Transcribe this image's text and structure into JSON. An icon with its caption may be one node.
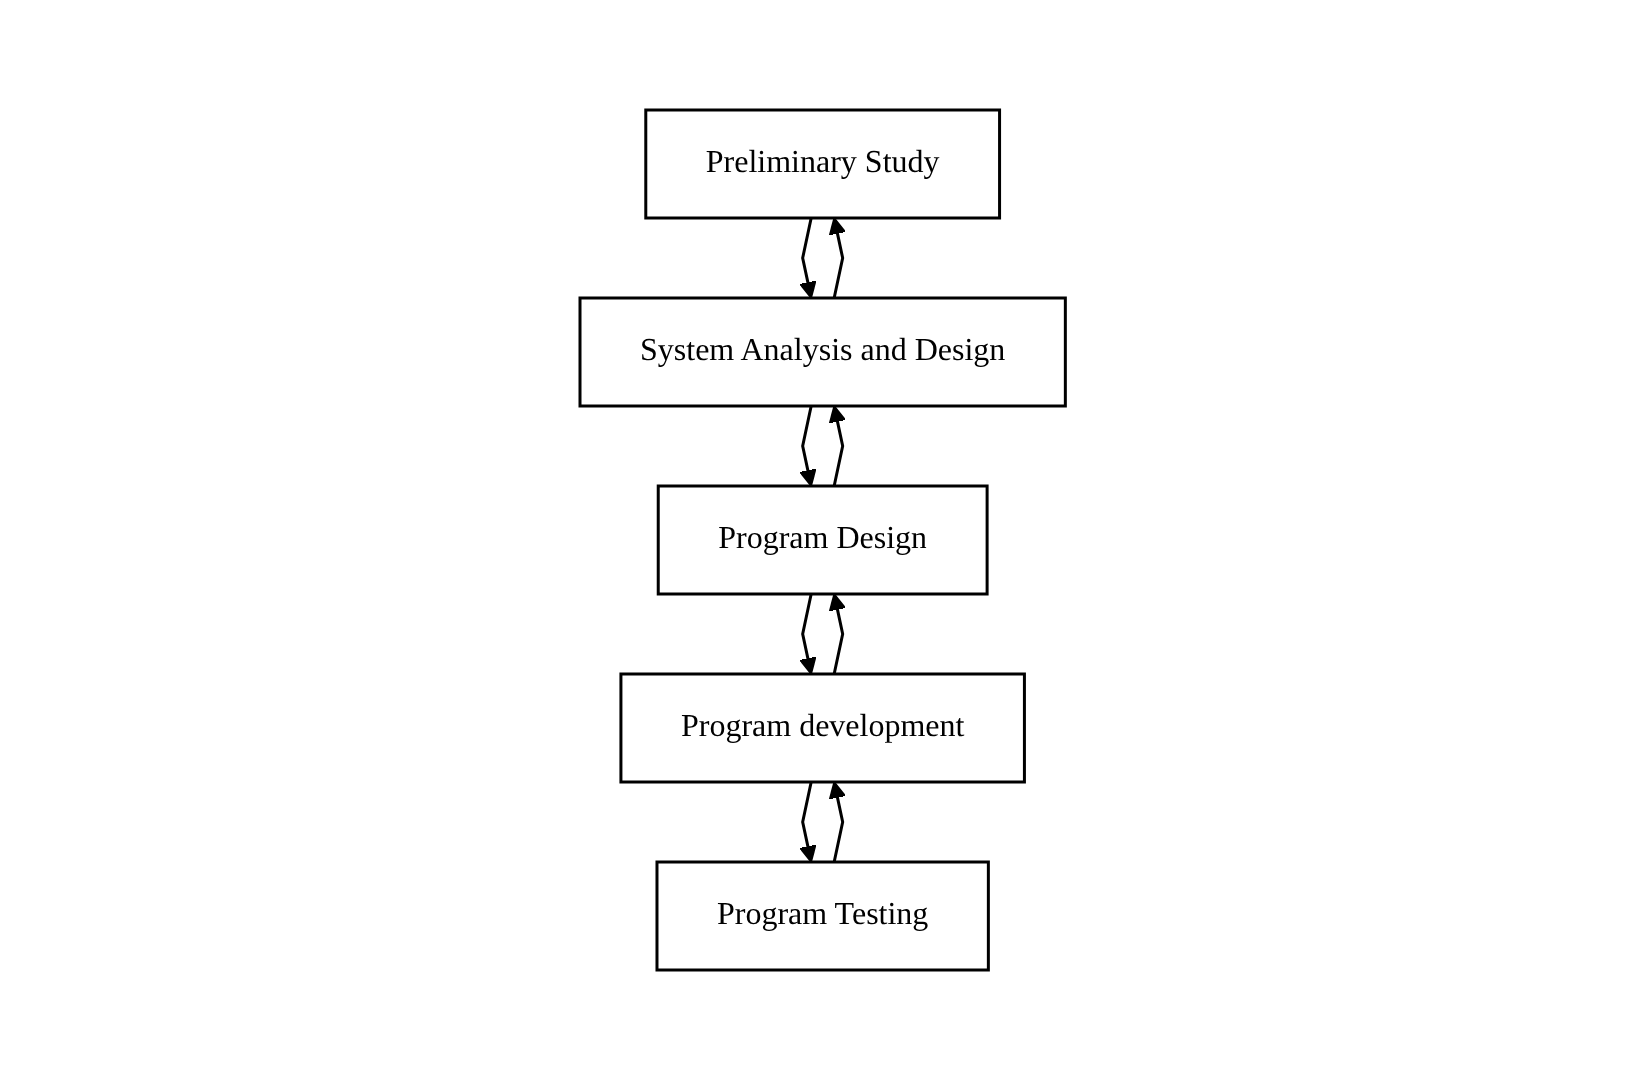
{
  "diagram": {
    "nodes": [
      {
        "text": [
          "Preliminary Study"
        ]
      },
      {
        "text": [
          "System Analysis and Design"
        ]
      },
      {
        "text": [
          "Program Design"
        ]
      },
      {
        "text": [
          "Program development"
        ]
      },
      {
        "text": [
          "Program Testing"
        ]
      }
    ],
    "edges": [
      {
        "from": 0,
        "to": 1,
        "arrow": "to"
      },
      {
        "from": 1,
        "to": 0,
        "arrow": "to"
      },
      {
        "from": 1,
        "to": 2,
        "arrow": "to"
      },
      {
        "from": 2,
        "to": 1,
        "arrow": "to"
      },
      {
        "from": 2,
        "to": 3,
        "arrow": "to"
      },
      {
        "from": 3,
        "to": 2,
        "arrow": "to"
      },
      {
        "from": 3,
        "to": 4,
        "arrow": "to"
      },
      {
        "from": 4,
        "to": 3,
        "arrow": "to"
      }
    ]
  }
}
